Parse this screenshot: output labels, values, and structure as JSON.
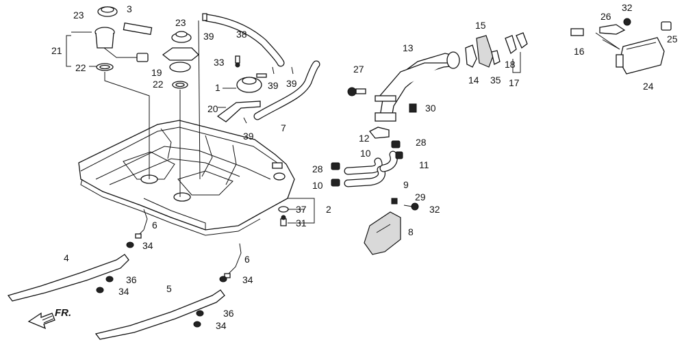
{
  "direction_indicator": "FR.",
  "labels": {
    "p1": "1",
    "p2": "2",
    "p3": "3",
    "p4": "4",
    "p5": "5",
    "p6a": "6",
    "p6b": "6",
    "p7": "7",
    "p8": "8",
    "p9": "9",
    "p10a": "10",
    "p10b": "10",
    "p11": "11",
    "p12": "12",
    "p13": "13",
    "p14": "14",
    "p15": "15",
    "p16": "16",
    "p17": "17",
    "p18": "18",
    "p19": "19",
    "p20": "20",
    "p21": "21",
    "p22a": "22",
    "p22b": "22",
    "p23a": "23",
    "p23b": "23",
    "p24": "24",
    "p25": "25",
    "p26": "26",
    "p27": "27",
    "p28a": "28",
    "p28b": "28",
    "p29": "29",
    "p30": "30",
    "p31": "31",
    "p32a": "32",
    "p32b": "32",
    "p33": "33",
    "p34a": "34",
    "p34b": "34",
    "p34c": "34",
    "p34d": "34",
    "p35": "35",
    "p36a": "36",
    "p36b": "36",
    "p37": "37",
    "p38": "38",
    "p39a": "39",
    "p39b": "39",
    "p39c": "39",
    "p39d": "39"
  }
}
